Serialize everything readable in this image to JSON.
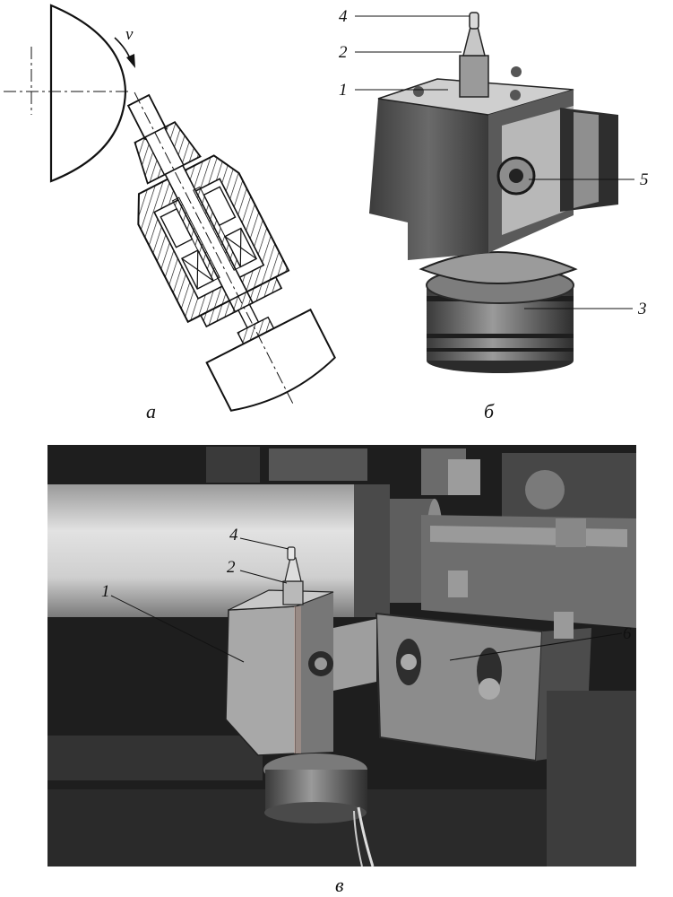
{
  "figure": {
    "panel_a": {
      "caption": "а",
      "velocity_label": "v"
    },
    "panel_b": {
      "caption": "б",
      "labels": [
        "4",
        "2",
        "1",
        "5",
        "3"
      ]
    },
    "panel_v": {
      "caption": "в",
      "labels": [
        "4",
        "2",
        "1",
        "6"
      ]
    }
  },
  "colors": {
    "ink": "#111111",
    "photo_dark": "#1e1e1e",
    "metal_mid": "#6e6e6e",
    "metal_light": "#bdbdbd"
  }
}
